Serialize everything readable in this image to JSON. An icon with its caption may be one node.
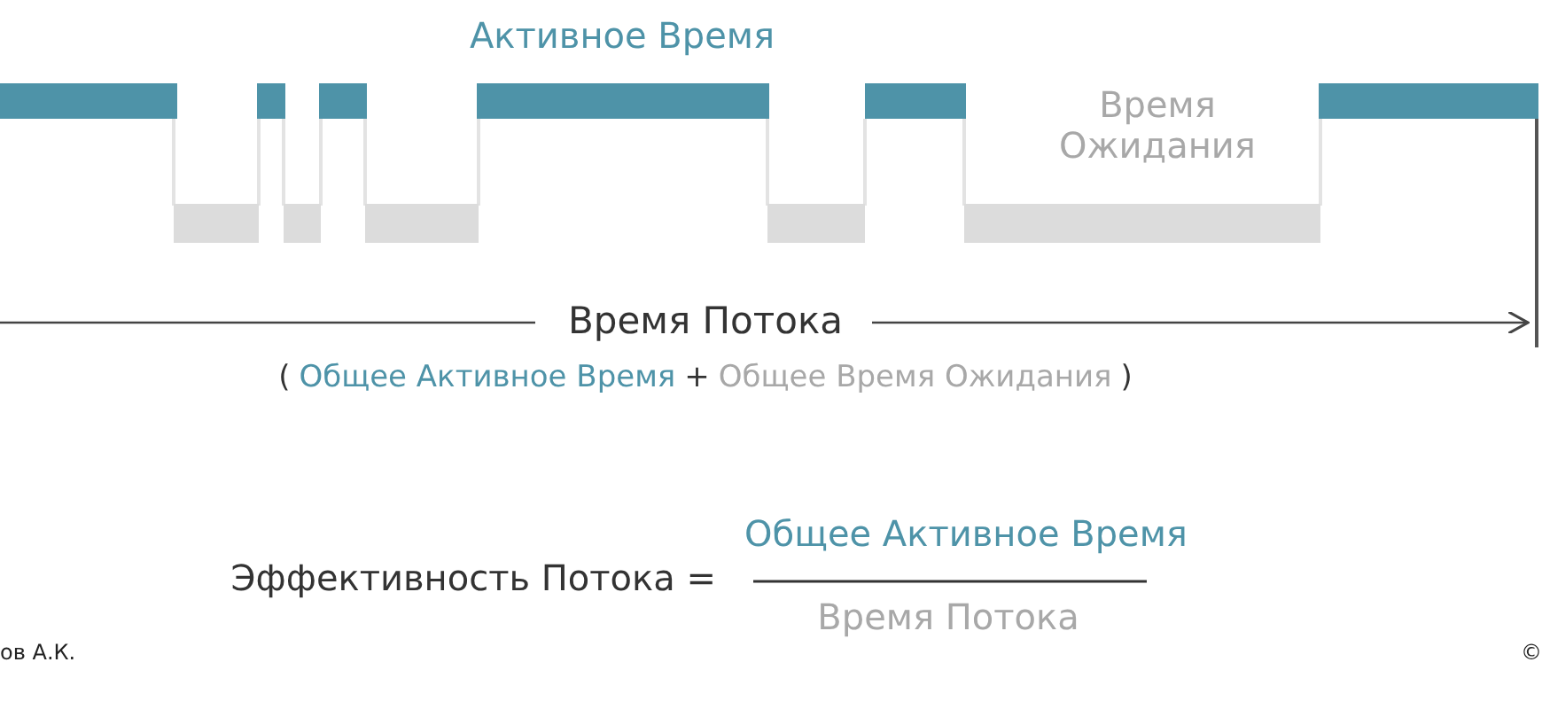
{
  "diagram": {
    "labels": [
      "Активное Время",
      "Время Ожидания",
      "Время Потока",
      "(",
      "Общее Активное Время",
      "+",
      "Общее Время Ожидания",
      ")",
      "Эффективность Потока =",
      "Общее Активное Время",
      "Время Потока",
      "ов А.К.",
      "©"
    ]
  }
}
